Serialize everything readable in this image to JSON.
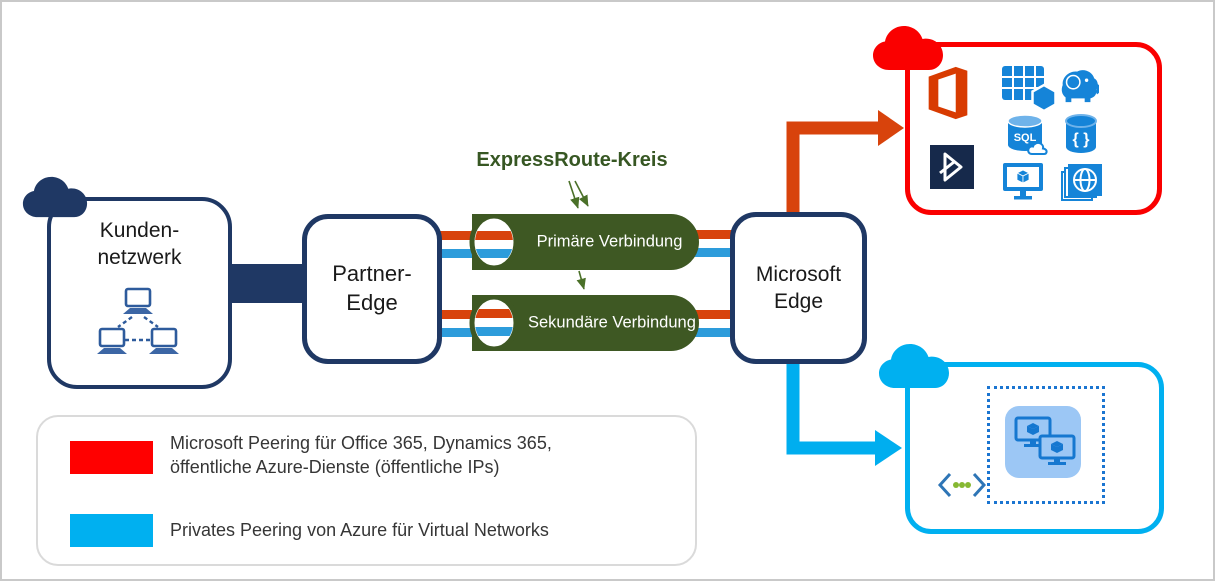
{
  "diagram": {
    "circuit": {
      "title": "ExpressRoute-Kreis",
      "primary_label": "Primäre Verbindung",
      "secondary_label": "Sekundäre Verbindung"
    },
    "nodes": {
      "customer_network": {
        "label": "Kunden-\nnetzwerk"
      },
      "partner_edge": {
        "label": "Partner-\nEdge"
      },
      "microsoft_edge": {
        "label": "Microsoft\nEdge"
      }
    },
    "legend": {
      "items": [
        {
          "swatch_color": "#FF0000",
          "label": "Microsoft Peering für Office 365, Dynamics 365,\nöffentliche Azure-Dienste (öffentliche IPs)"
        },
        {
          "swatch_color": "#00B0F0",
          "label": "Privates Peering von Azure für Virtual Networks"
        }
      ]
    },
    "icons": {
      "cloud-icon": "puffy cloud shape",
      "customer-network-icon": "three monitors linked by dashed lines",
      "office-365-icon": "orange angular O frame",
      "dynamics-365-icon": "navy tile with white arrow glyph",
      "table-storage-icon": "blue data table with hexagon",
      "hdinsight-hadoop-icon": "blue hadoop elephant",
      "sql-database-icon": "blue cylinder with SQL and cloud",
      "documentdb-icon": "blue cylinder with { }",
      "virtual-machine-icon": "monitor with cube",
      "web-app-icon": "stacked tiles with globe",
      "virtual-network-icon": "dotted square boundary",
      "vm-pair-icon": "two monitors with cubes",
      "code-icon": "⟨ ••• ⟩"
    },
    "colors": {
      "navy": "#1F3864",
      "cylinder_green": "#3E5823",
      "title_green": "#375723",
      "microsoft_peering_red": "#D8430C",
      "private_peering_blue": "#00AEEF",
      "stripe_blue": "#2D9CDB",
      "legend_red": "#FF0000",
      "legend_blue": "#00B0F0",
      "service_box_red": "#FA0000",
      "azure_icon_blue": "#1584D8",
      "office_orange": "#D83B01",
      "dynamics_navy": "#16294B",
      "code_dot_green": "#86B832"
    }
  }
}
